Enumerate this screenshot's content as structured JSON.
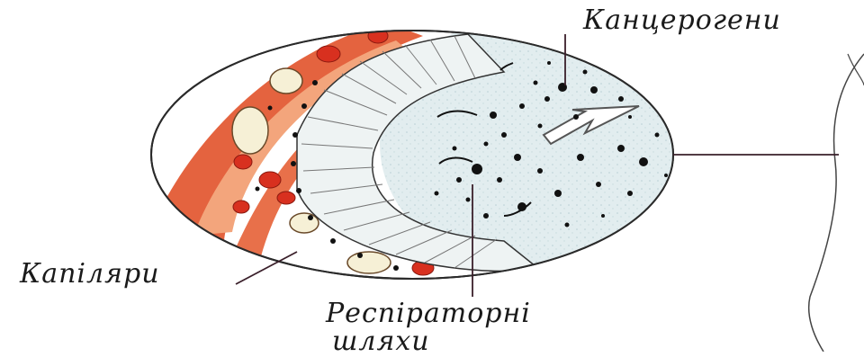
{
  "diagram": {
    "labels": {
      "carcinogens": "Канцерогени",
      "capillaries": "Капіляри",
      "airways_line1": "Респіраторні",
      "airways_line2": "шляхи"
    }
  },
  "colors": {
    "vessel": "#e4633f",
    "vessel_light": "#f5b08c",
    "blood_cell": "#d8301f",
    "cell_fill": "#eef3f3",
    "lumen": "#dbe8ea",
    "particle": "#111111",
    "leader_line": "#3a1f2a",
    "outline": "#222222"
  },
  "icons": [
    "magnifier-circle-icon",
    "inhalation-arrow-icon"
  ]
}
